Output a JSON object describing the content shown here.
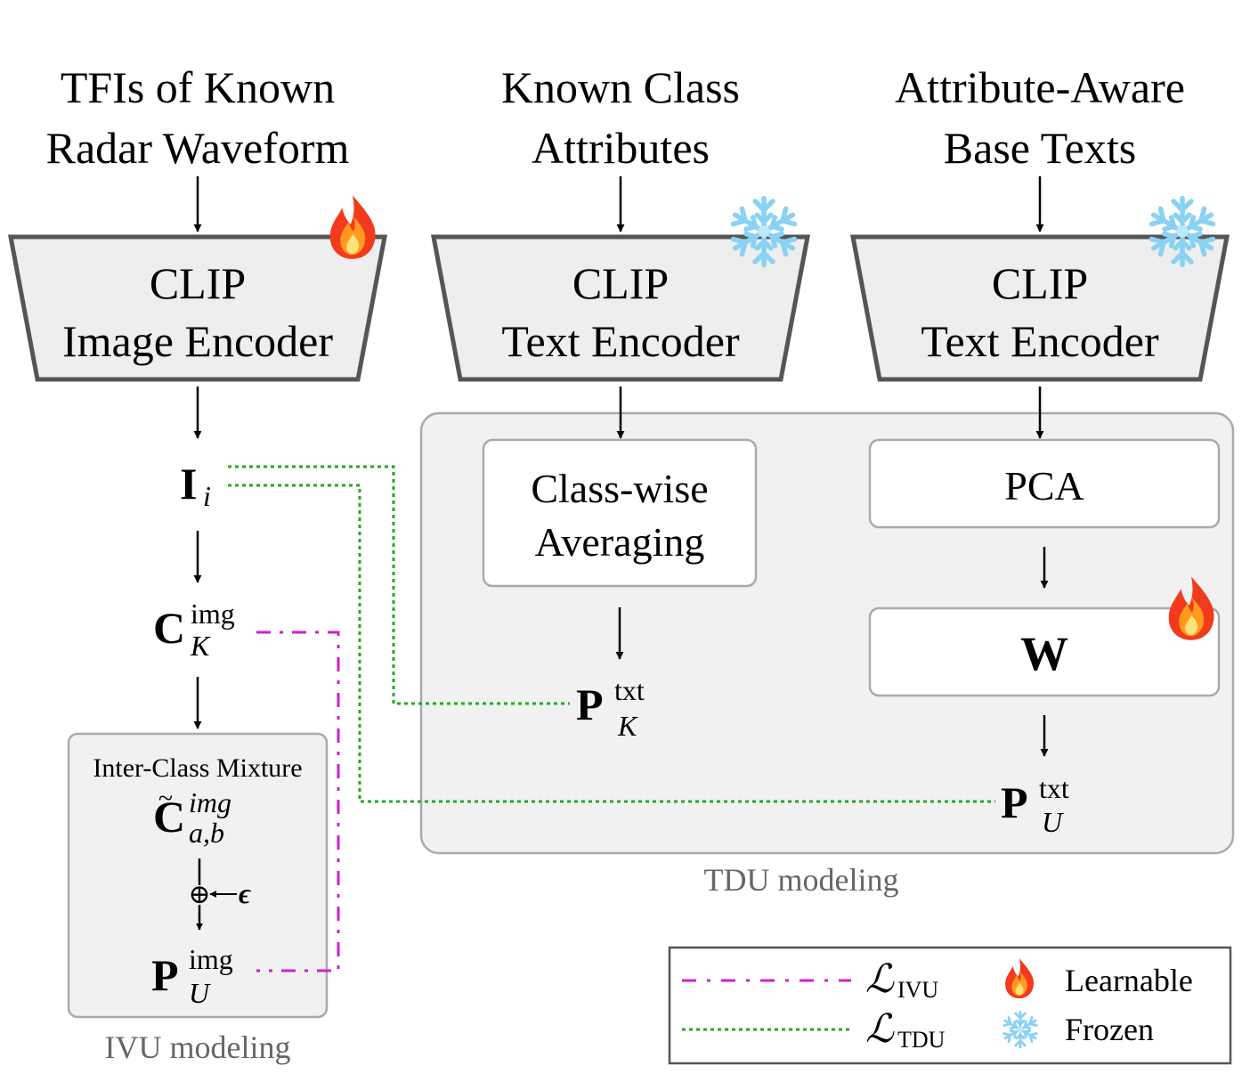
{
  "inputs": {
    "image_title": [
      "TFIs of Known",
      "Radar Waveform"
    ],
    "attr_title": [
      "Known Class",
      "Attributes"
    ],
    "base_title": [
      "Attribute-Aware",
      "Base Texts"
    ]
  },
  "encoders": {
    "image": [
      "CLIP",
      "Image Encoder"
    ],
    "text1": [
      "CLIP",
      "Text Encoder"
    ],
    "text2": [
      "CLIP",
      "Text Encoder"
    ]
  },
  "boxes": {
    "classwise": [
      "Class-wise",
      "Averaging"
    ],
    "pca": "PCA",
    "w": "W",
    "mixture": "Inter-Class Mixture"
  },
  "symbols": {
    "I": {
      "main": "I",
      "sub": "i"
    },
    "Cimg": {
      "main": "C",
      "sup": "img",
      "sub": "K"
    },
    "Ctilde": {
      "main": "C",
      "tilde": "~",
      "sup": "img",
      "sub": "a,b"
    },
    "PK": {
      "main": "P",
      "sup": "txt",
      "sub": "K"
    },
    "PU_txt": {
      "main": "P",
      "sup": "txt",
      "sub": "U"
    },
    "PU_img": {
      "main": "P",
      "sup": "img",
      "sub": "U"
    },
    "oplus": "⊕",
    "eps": "ϵ"
  },
  "captions": {
    "tdu": "TDU modeling",
    "ivu": "IVU modeling"
  },
  "legend": {
    "ivu_loss": {
      "script": "ℒ",
      "sub": "IVU"
    },
    "tdu_loss": {
      "script": "ℒ",
      "sub": "TDU"
    },
    "learnable": "Learnable",
    "frozen": "Frozen"
  },
  "colors": {
    "ivu_line": "#cc22cc",
    "tdu_line": "#22aa22",
    "panel_fill": "#f1f1f1",
    "panel_stroke": "#aaaaaa",
    "encoder_fill": "#eeeeee",
    "encoder_stroke": "#555555",
    "caption": "#666666"
  },
  "icons": {
    "learnable": "fire-icon",
    "frozen": "snowflake-icon"
  }
}
